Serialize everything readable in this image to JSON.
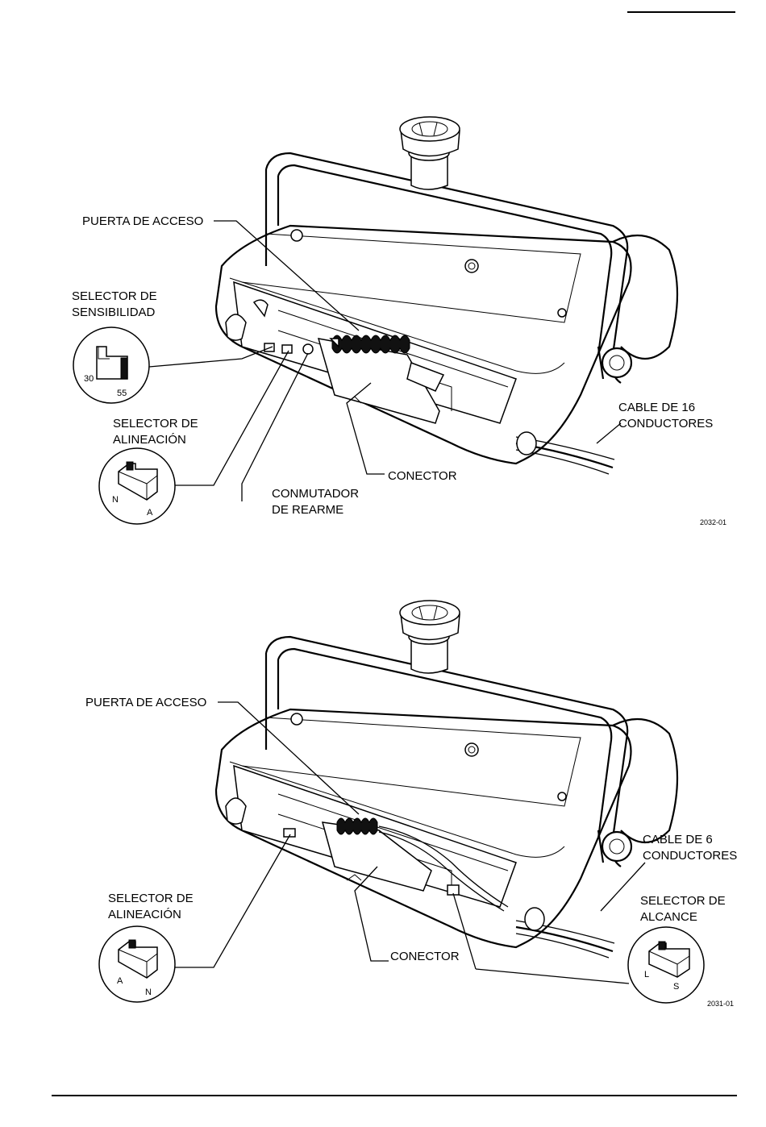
{
  "figure_top": {
    "id": "2032-01",
    "labels": {
      "access_door": "PUERTA DE ACCESO",
      "sensitivity_line1": "SELECTOR DE",
      "sensitivity_line2": "SENSIBILIDAD",
      "sensitivity_opt_a": "30",
      "sensitivity_opt_b": "55",
      "alignment_line1": "SELECTOR DE",
      "alignment_line2": "ALINEACIÓN",
      "alignment_opt_a": "N",
      "alignment_opt_b": "A",
      "reset_line1": "CONMUTADOR",
      "reset_line2": "DE REARME",
      "connector": "CONECTOR",
      "cable_line1": "CABLE DE 16",
      "cable_line2": "CONDUCTORES"
    }
  },
  "figure_bottom": {
    "id": "2031-01",
    "labels": {
      "access_door": "PUERTA DE ACCESO",
      "alignment_line1": "SELECTOR DE",
      "alignment_line2": "ALINEACIÓN",
      "alignment_opt_a": "A",
      "alignment_opt_b": "N",
      "connector": "CONECTOR",
      "cable_line1": "CABLE DE 6",
      "cable_line2": "CONDUCTORES",
      "range_line1": "SELECTOR DE",
      "range_line2": "ALCANCE",
      "range_opt_a": "L",
      "range_opt_b": "S"
    }
  }
}
